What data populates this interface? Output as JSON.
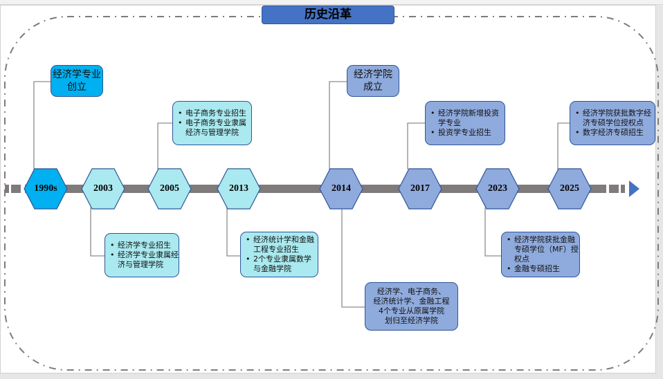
{
  "title": "历史沿革",
  "colors": {
    "title_bg": "#4472c4",
    "founding": "#00b0f0",
    "early": "#a9e9ef",
    "college": "#8faadc",
    "axis": "#7f7b7b",
    "arrow": "#4472c4",
    "border": "#2f5597"
  },
  "milestones": [
    {
      "year": "1990s",
      "style": "dark"
    },
    {
      "year": "2003",
      "style": "light"
    },
    {
      "year": "2005",
      "style": "light"
    },
    {
      "year": "2013",
      "style": "light"
    },
    {
      "year": "2014",
      "style": "blue"
    },
    {
      "year": "2017",
      "style": "blue"
    },
    {
      "year": "2023",
      "style": "blue"
    },
    {
      "year": "2025",
      "style": "blue"
    }
  ],
  "events": {
    "e1990s": {
      "lines": [
        "经济学专业",
        "创立"
      ]
    },
    "e2003": {
      "items": [
        "经济学专业招生",
        "经济学专业隶属经济与管理学院"
      ]
    },
    "e2005": {
      "items": [
        "电子商务专业招生",
        "电子商务专业隶属经济与管理学院"
      ]
    },
    "e2013": {
      "items": [
        "经济统计学和金融工程专业招生",
        "2个专业隶属数学与金融学院"
      ]
    },
    "e2014a": {
      "lines": [
        "经济学院",
        "成立"
      ]
    },
    "e2014b": {
      "lines": [
        "经济学、电子商务、",
        "经济统计学、金融工程",
        "4个专业从原属学院",
        "划归至经济学院"
      ]
    },
    "e2017": {
      "items": [
        "经济学院新增投资学专业",
        "投资学专业招生"
      ]
    },
    "e2023": {
      "items": [
        "经济学院获批金融专硕学位（MF）授权点",
        "金融专硕招生"
      ]
    },
    "e2025": {
      "items": [
        "经济学院获批数字经济专硕学位授权点",
        "数字经济专硕招生"
      ]
    }
  }
}
